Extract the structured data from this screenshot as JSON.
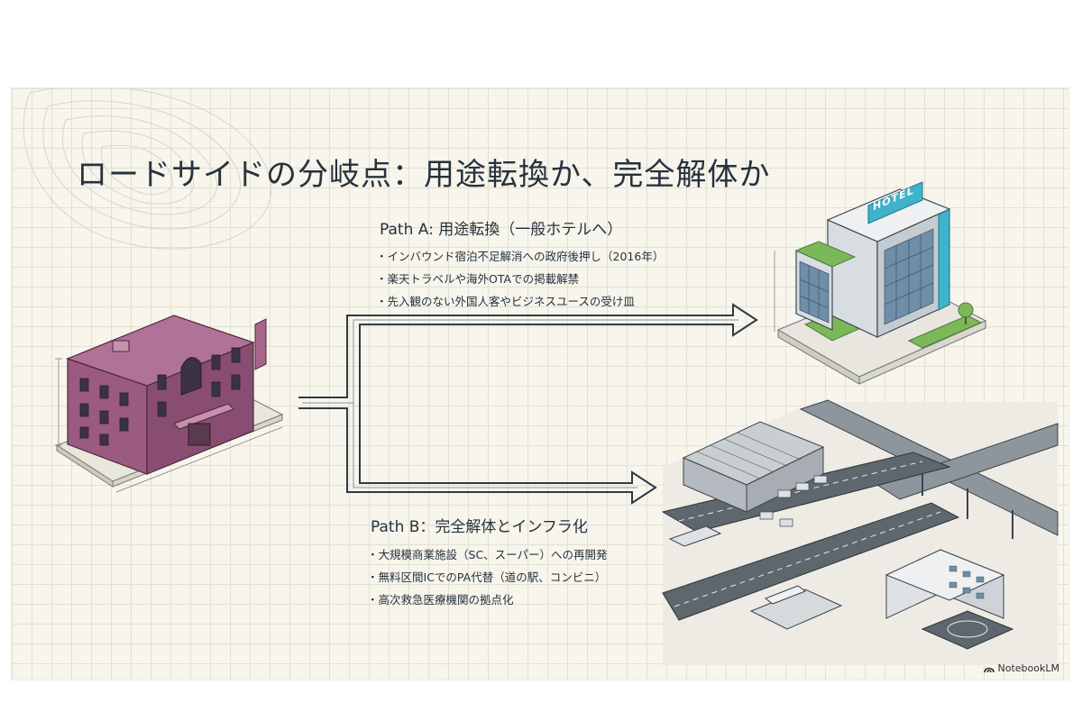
{
  "slide": {
    "title": "ロードサイドの分岐点：用途転換か、完全解体か",
    "path_a": {
      "title": "Path A: 用途転換（一般ホテルへ）",
      "bullets": [
        "インバウンド宿泊不足解消への政府後押し（2016年）",
        "楽天トラベルや海外OTAでの掲載解禁",
        "先入観のない外国人客やビジネスユースの受け皿"
      ]
    },
    "path_b": {
      "title": "Path B：完全解体とインフラ化",
      "bullets": [
        "大規模商業施設（SC、スーパー）への再開発",
        "無料区間ICでのPA代替（道の駅、コンビニ）",
        "高次救急医療機関の拠点化"
      ]
    },
    "hotel_sign": "HOTEL",
    "watermark": "NotebookLM"
  },
  "colors": {
    "ink": "#26323d",
    "building": "#9b5a80",
    "hotel_accent": "#3fb3c9",
    "green": "#7cb858"
  },
  "icons": [
    "love-hotel-illustration",
    "city-hotel-illustration",
    "infrastructure-illustration",
    "branch-arrow",
    "notebooklm-logo-icon"
  ]
}
